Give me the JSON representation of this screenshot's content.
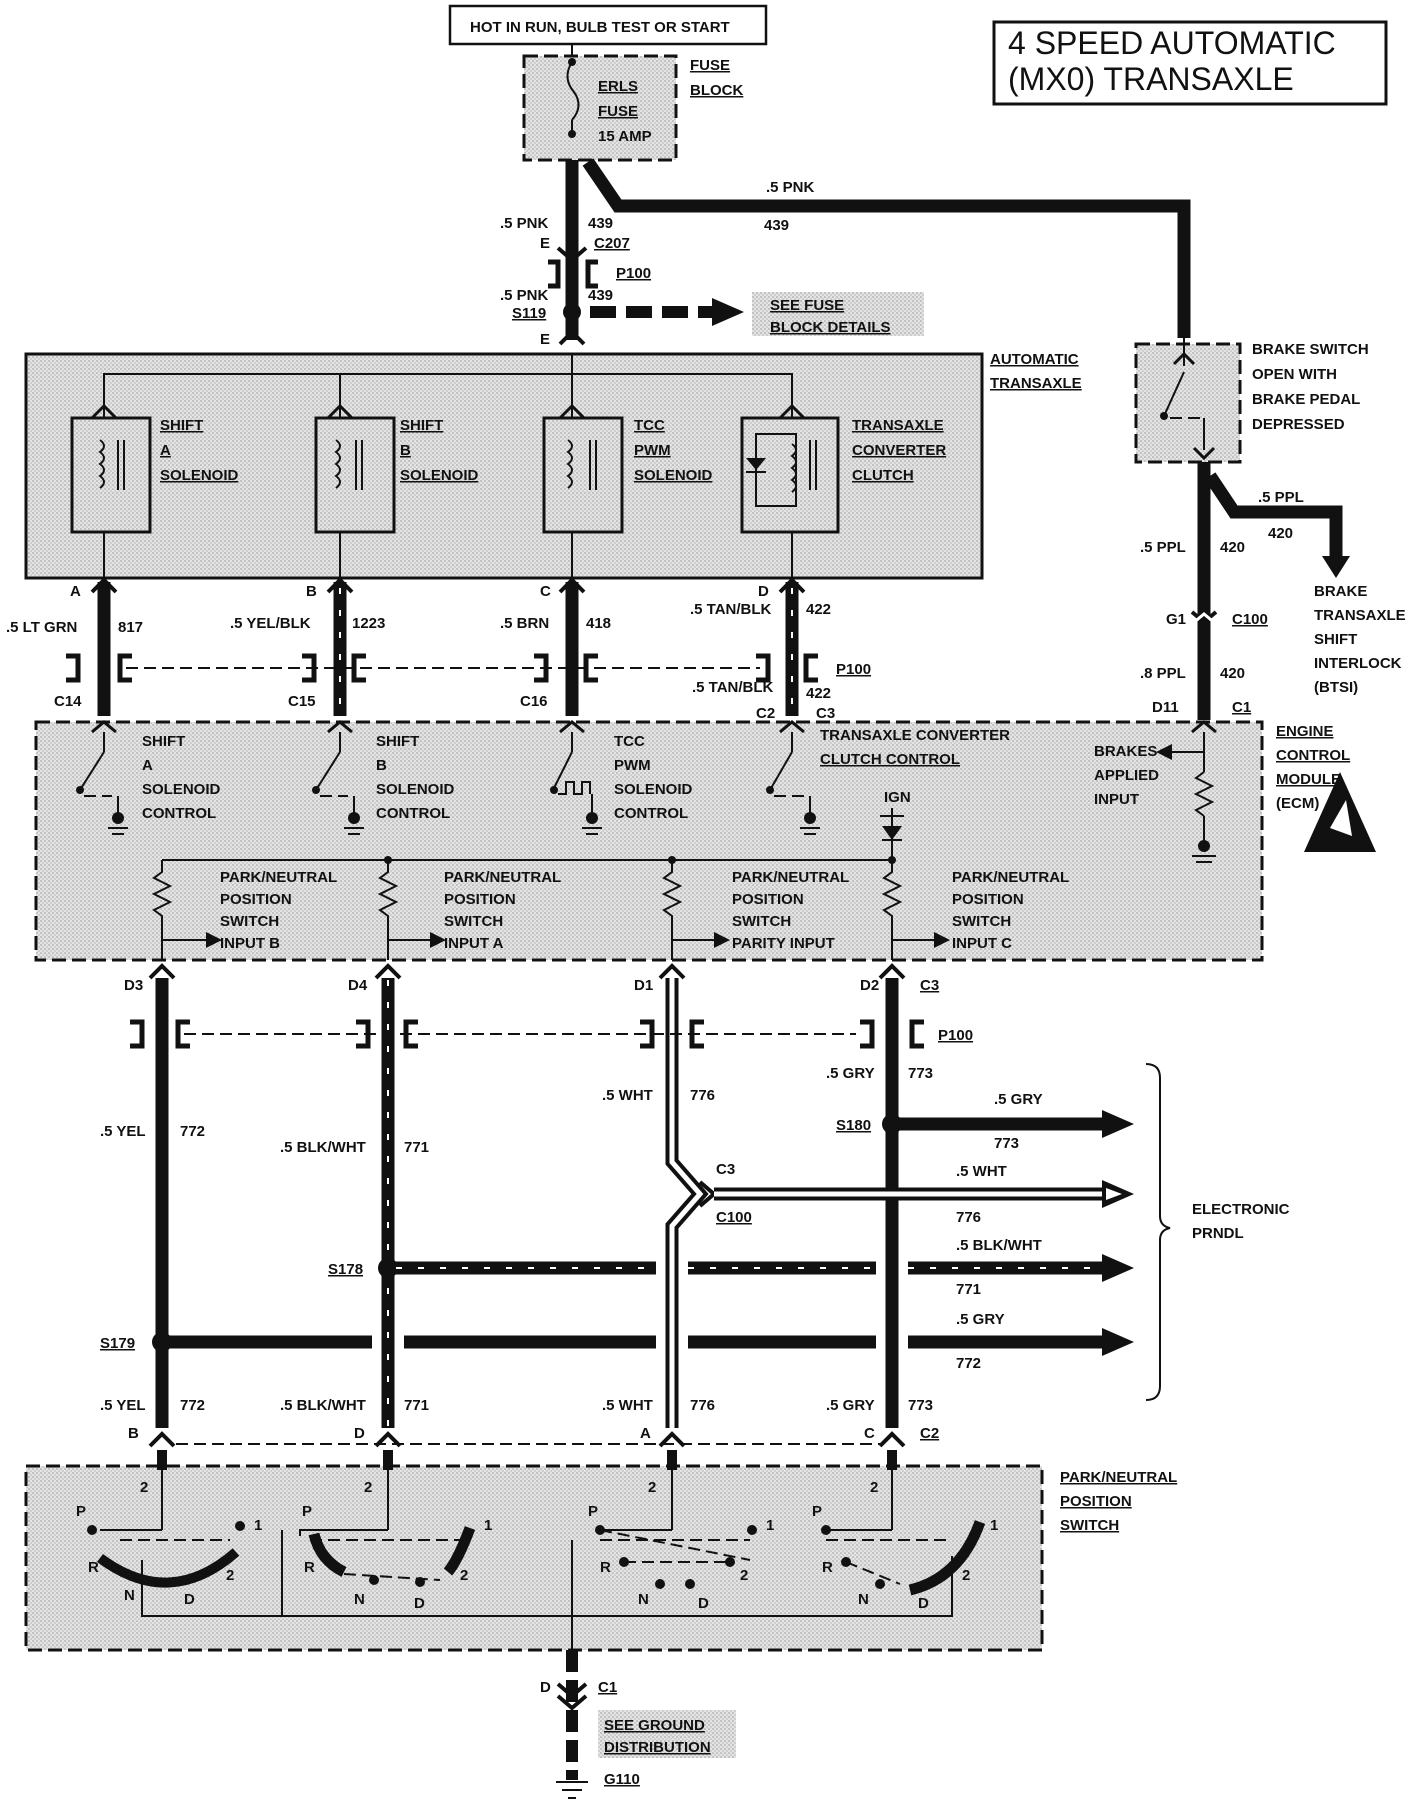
{
  "title": [
    "4 SPEED AUTOMATIC",
    "(MX0) TRANSAXLE"
  ],
  "power_label": "HOT IN RUN, BULB TEST OR START",
  "fuse_block": {
    "name": [
      "FUSE",
      "BLOCK"
    ],
    "fuse": [
      "ERLS",
      "FUSE",
      "15 AMP"
    ]
  },
  "feed": {
    "wire_top_left": ".5 PNK",
    "circuit_top_left": "439",
    "wire_top_right": ".5 PNK",
    "circuit_top_right": "439",
    "pin_e_top": "E",
    "connector_c207": "C207",
    "connector_p100": "P100",
    "wire_splice": ".5 PNK",
    "circuit_splice": "439",
    "splice": "S119",
    "pin_e_bottom": "E",
    "see_fuse": [
      "SEE FUSE",
      "BLOCK DETAILS"
    ]
  },
  "automatic_transaxle": {
    "name": [
      "AUTOMATIC",
      "TRANSAXLE"
    ],
    "solenoids": [
      {
        "label": [
          "SHIFT",
          "A",
          "SOLENOID"
        ]
      },
      {
        "label": [
          "SHIFT",
          "B",
          "SOLENOID"
        ]
      },
      {
        "label": [
          "TCC",
          "PWM",
          "SOLENOID"
        ]
      },
      {
        "label": [
          "TRANSAXLE",
          "CONVERTER",
          "CLUTCH"
        ]
      }
    ]
  },
  "brake_switch": {
    "label": [
      "BRAKE SWITCH",
      "OPEN WITH",
      "BRAKE PEDAL",
      "DEPRESSED"
    ],
    "wire_out": ".5 PPL",
    "circuit_out": "420",
    "wire_branch": ".5 PPL",
    "circuit_branch": "420",
    "btsi": [
      "BRAKE",
      "TRANSAXLE",
      "SHIFT",
      "INTERLOCK",
      "(BTSI)"
    ],
    "pin_g1": "G1",
    "connector_c100": "C100",
    "wire_lower": ".8 PPL",
    "circuit_lower": "420",
    "pin_d11": "D11",
    "connector_c1": "C1"
  },
  "solenoid_wires": [
    {
      "pin": "A",
      "wire": ".5 LT GRN",
      "circuit": "817",
      "conn": "C14"
    },
    {
      "pin": "B",
      "wire": ".5 YEL/BLK",
      "circuit": "1223",
      "conn": "C15"
    },
    {
      "pin": "C",
      "wire": ".5 BRN",
      "circuit": "418",
      "conn": "C16"
    },
    {
      "pin": "D",
      "wire": ".5 TAN/BLK",
      "circuit": "422",
      "conn": "C2"
    }
  ],
  "lower_tan": {
    "wire": ".5 TAN/BLK",
    "circuit": "422",
    "conn": "C3",
    "p100": "P100"
  },
  "ecm": {
    "name": [
      "ENGINE",
      "CONTROL",
      "MODULE",
      "(ECM)"
    ],
    "controls": [
      [
        "SHIFT",
        "A",
        "SOLENOID",
        "CONTROL"
      ],
      [
        "SHIFT",
        "B",
        "SOLENOID",
        "CONTROL"
      ],
      [
        "TCC",
        "PWM",
        "SOLENOID",
        "CONTROL"
      ]
    ],
    "tcc_control": [
      "TRANSAXLE CONVERTER",
      "CLUTCH CONTROL"
    ],
    "brakes": [
      "BRAKES",
      "APPLIED",
      "INPUT"
    ],
    "ign": "IGN",
    "inputs": [
      [
        "PARK/NEUTRAL",
        "POSITION",
        "SWITCH",
        "INPUT B"
      ],
      [
        "PARK/NEUTRAL",
        "POSITION",
        "SWITCH",
        "INPUT A"
      ],
      [
        "PARK/NEUTRAL",
        "POSITION",
        "SWITCH",
        "PARITY INPUT"
      ],
      [
        "PARK/NEUTRAL",
        "POSITION",
        "SWITCH",
        "INPUT C"
      ]
    ]
  },
  "pn_wires": {
    "pins_top": [
      "D3",
      "D4",
      "D1",
      "D2"
    ],
    "conn_c3": "C3",
    "p100": "P100",
    "yel": {
      "wire": ".5 YEL",
      "circuit": "772"
    },
    "blkwht": {
      "wire": ".5 BLK/WHT",
      "circuit": "771"
    },
    "wht": {
      "wire": ".5 WHT",
      "circuit": "776"
    },
    "gry": {
      "wire": ".5 GRY",
      "circuit": "773"
    },
    "splices": {
      "s180": "S180",
      "s178": "S178",
      "s179": "S179"
    },
    "c3_c100": {
      "pin": "C3",
      "conn": "C100"
    },
    "branches": [
      {
        "wire": ".5 GRY",
        "circuit": "773"
      },
      {
        "wire": ".5 WHT",
        "circuit": "776"
      },
      {
        "wire": ".5 BLK/WHT",
        "circuit": "771"
      },
      {
        "wire": ".5 GRY",
        "circuit": "772"
      }
    ],
    "electronic_prndl": [
      "ELECTRONIC",
      "PRNDL"
    ],
    "bottom": [
      {
        "wire": ".5 YEL",
        "circuit": "772",
        "pin": "B"
      },
      {
        "wire": ".5 BLK/WHT",
        "circuit": "771",
        "pin": "D"
      },
      {
        "wire": ".5 WHT",
        "circuit": "776",
        "pin": "A"
      },
      {
        "wire": ".5 GRY",
        "circuit": "773",
        "pin": "C"
      }
    ],
    "conn_c2": "C2"
  },
  "pn_switch": {
    "name": [
      "PARK/NEUTRAL",
      "POSITION",
      "SWITCH"
    ],
    "contact_labels": {
      "p": "P",
      "r": "R",
      "n": "N",
      "d": "D",
      "one": "1",
      "two": "2"
    }
  },
  "ground": {
    "pin": "D",
    "conn": "C1",
    "see": [
      "SEE GROUND",
      "DISTRIBUTION"
    ],
    "g110": "G110"
  }
}
